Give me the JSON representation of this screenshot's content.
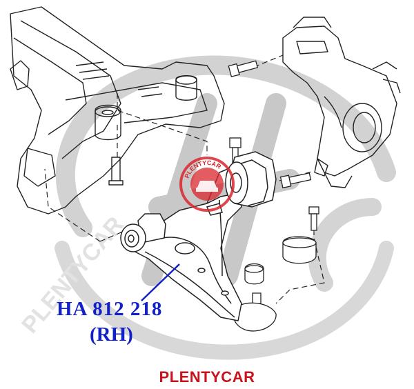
{
  "diagram": {
    "part_number": "HA 812 218",
    "side": "(RH)",
    "brand_caption": "PLENTYCAR",
    "stamp_text": "PLENTYCAR",
    "watermark_text": "PLENTYCAR",
    "colors": {
      "label": "#1220c8",
      "brand": "#c8141c",
      "line_art": "#222222",
      "watermark": "#c9c9c9",
      "stamp": "#d9262c"
    }
  }
}
